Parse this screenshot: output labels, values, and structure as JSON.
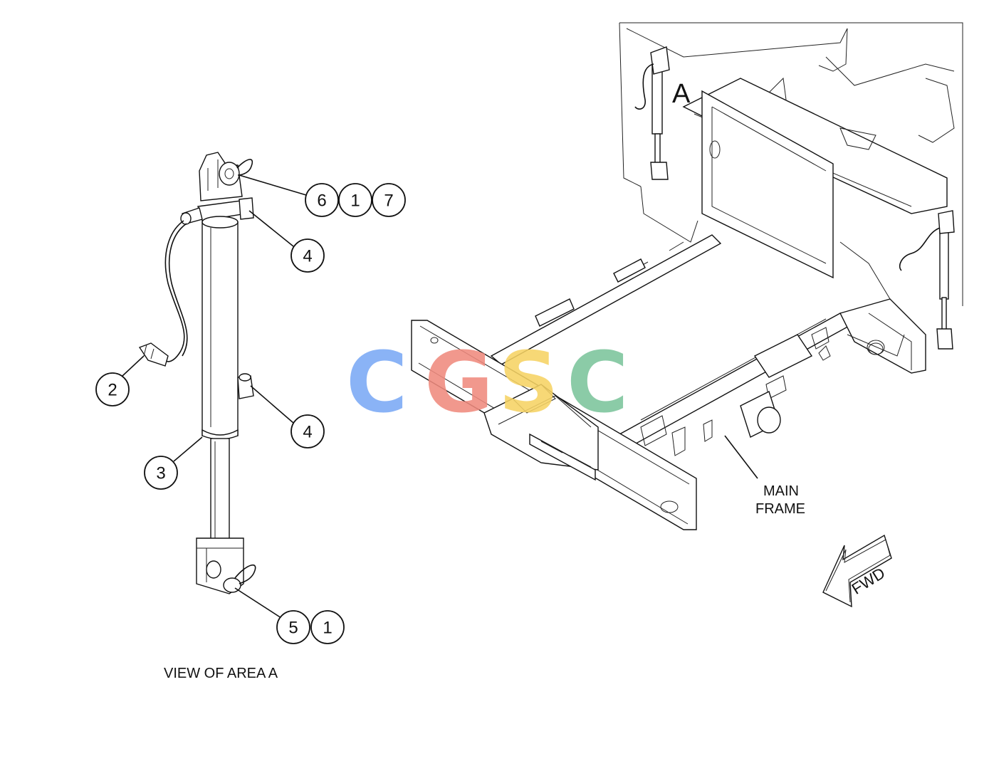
{
  "labels": {
    "area_marker": "A",
    "view_caption": "VIEW OF AREA A",
    "main_frame_line1": "MAIN",
    "main_frame_line2": "FRAME",
    "fwd_arrow": "FWD"
  },
  "callouts": {
    "top_group": [
      "6",
      "1",
      "7"
    ],
    "clamp_upper": "4",
    "clamp_lower": "4",
    "sensor": "2",
    "cylinder": "3",
    "bottom_group": [
      "5",
      "1"
    ]
  },
  "watermark": {
    "letters": [
      "C",
      "G",
      "S",
      "C"
    ],
    "colors": [
      "#7aa9f5",
      "#f08a7e",
      "#f6d364",
      "#7cc49c"
    ]
  },
  "colors": {
    "line": "#111111",
    "background": "#ffffff"
  }
}
